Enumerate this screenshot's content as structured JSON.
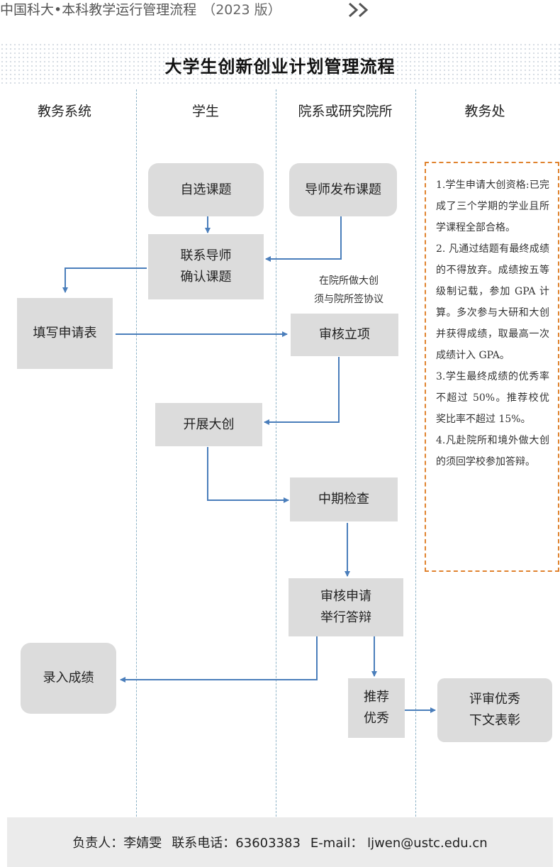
{
  "header": {
    "title": "中国科大•本科教学运行管理流程",
    "year": "（2023 版）",
    "arrow_icon": "double-chevron-right-icon"
  },
  "main_title": "大学生创新创业计划管理流程",
  "columns": [
    "教务系统",
    "学生",
    "院系或研究院所",
    "教务处"
  ],
  "nodes": {
    "select_topic": "自选课题",
    "advisor_publish": "导师发布课题",
    "contact_advisor_1": "联系导师",
    "contact_advisor_2": "确认课题",
    "fill_form": "填写申请表",
    "review_project": "审核立项",
    "start_project": "开展大创",
    "midterm": "中期检查",
    "review_defense_1": "审核申请",
    "review_defense_2": "举行答辩",
    "enter_grade": "录入成绩",
    "recommend_1": "推荐",
    "recommend_2": "优秀",
    "award_1": "评审优秀",
    "award_2": "下文表彰"
  },
  "note": {
    "line1": "在院所做大创",
    "line2": "须与院所签协议"
  },
  "rules": [
    "1.学生申请大创资格:已完成了三个学期的学业且所学课程全部合格。",
    "2. 凡通过结题有最终成绩的不得放弃。成绩按五等级制记载，参加 GPA 计算。多次参与大研和大创并获得成绩，取最高一次成绩计入 GPA。",
    "3.学生最终成绩的优秀率不超过 50%。推荐校优奖比率不超过 15%。",
    "4.凡赴院所和境外做大创的须回学校参加答辩。"
  ],
  "footer": {
    "owner": "负责人：李婧雯",
    "phone": "联系电话：63603383",
    "email": "E-mail： ljwen@ustc.edu.cn"
  },
  "colors": {
    "arrow": "#4a7ebb",
    "box": "#dcdcdc",
    "rules_border": "#e0832f",
    "lane_line": "#8fb3c7"
  }
}
